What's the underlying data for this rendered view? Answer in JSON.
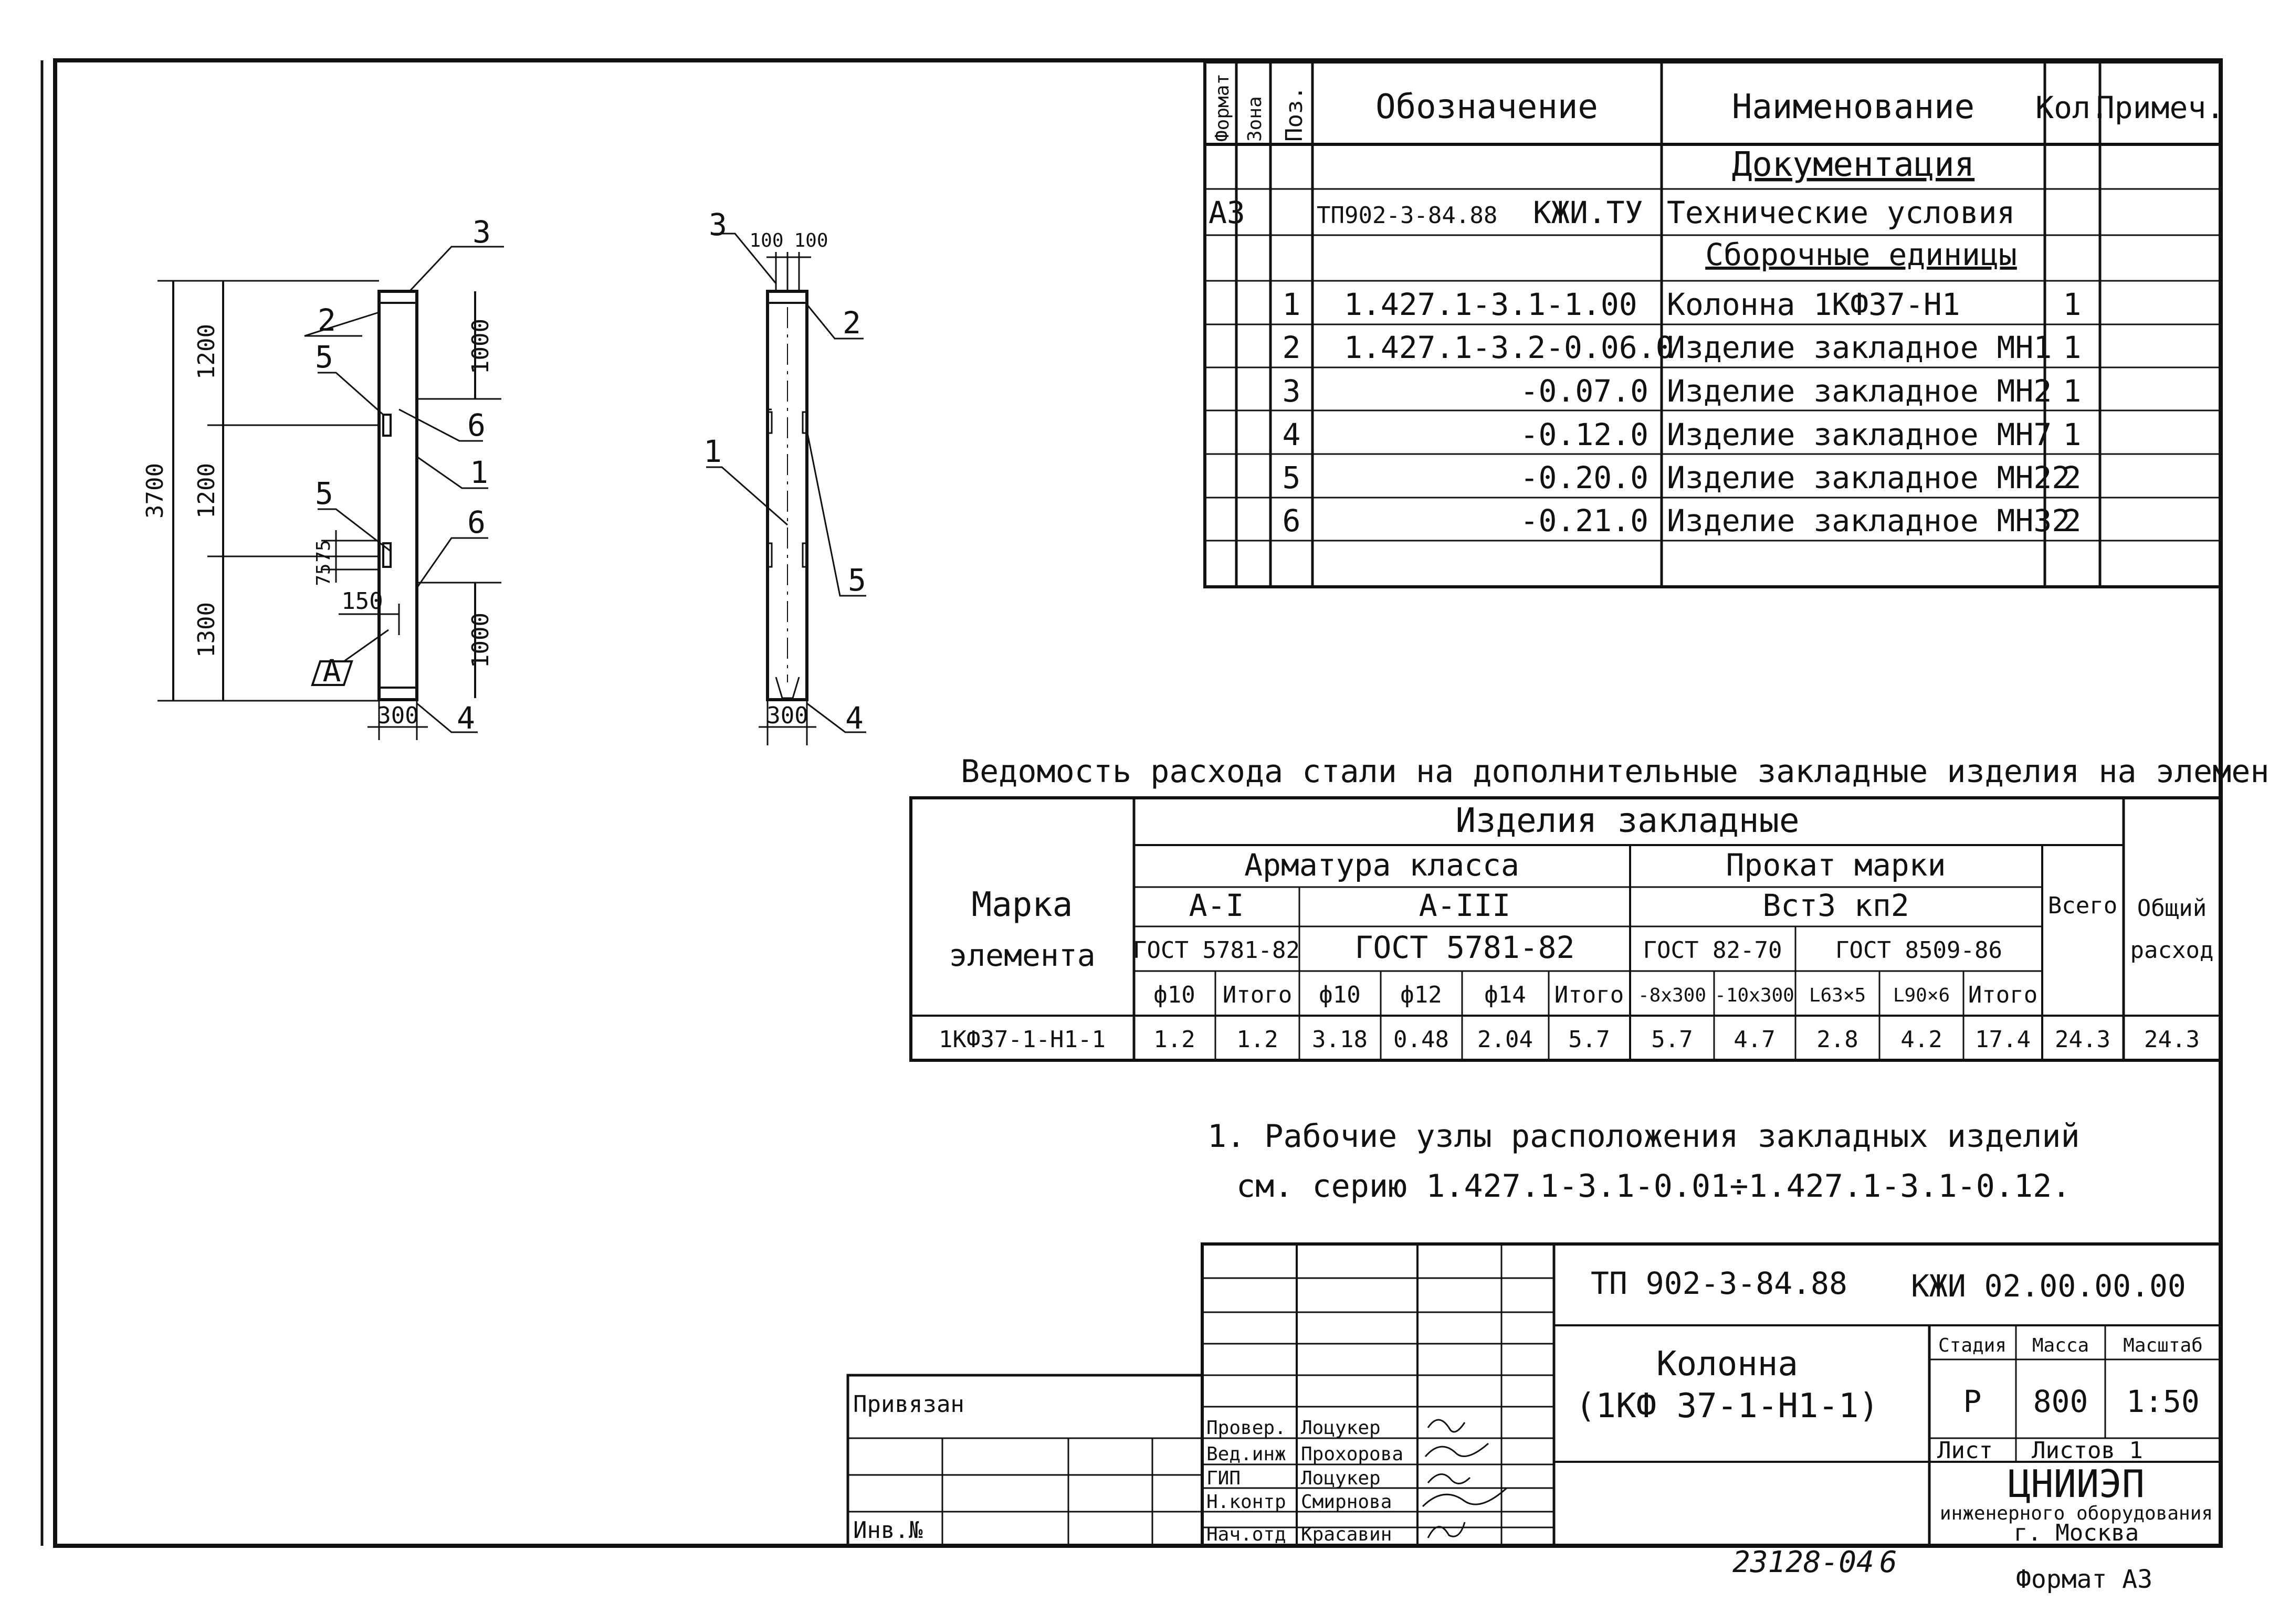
{
  "spec_table": {
    "headers": {
      "format": "Формат",
      "zone": "Зона",
      "pos": "Поз.",
      "designation": "Обозначение",
      "name": "Наименование",
      "qty": "Кол.",
      "note": "Примеч."
    },
    "section_docs": "Документация",
    "doc_row": {
      "format": "А3",
      "designation": "ТП902-3-84.88",
      "code": "КЖИ.ТУ",
      "name": "Технические условия"
    },
    "section_assemblies": "Сборочные единицы",
    "rows": [
      {
        "pos": "1",
        "designation": "1.427.1-3.1-1.00",
        "name": "Колонна  1КФ37-Н1",
        "qty": "1"
      },
      {
        "pos": "2",
        "designation": "1.427.1-3.2-0.06.0",
        "name": "Изделие закладное МН1",
        "qty": "1"
      },
      {
        "pos": "3",
        "designation": "-0.07.0",
        "name": "Изделие закладное МН2",
        "qty": "1"
      },
      {
        "pos": "4",
        "designation": "-0.12.0",
        "name": "Изделие закладное МН7",
        "qty": "1"
      },
      {
        "pos": "5",
        "designation": "-0.20.0",
        "name": "Изделие закладное МН22",
        "qty": "2"
      },
      {
        "pos": "6",
        "designation": "-0.21.0",
        "name": "Изделие закладное МН32",
        "qty": "2"
      }
    ]
  },
  "drawing": {
    "left": {
      "overall": "3700",
      "dims_left": [
        "1200",
        "1200",
        "1300"
      ],
      "dims_right": [
        "1000",
        "1000"
      ],
      "small_dims": [
        "75",
        "75",
        "150"
      ],
      "width": "300",
      "callouts": [
        "3",
        "2",
        "5",
        "6",
        "1",
        "6",
        "5",
        "4"
      ],
      "section_label": "А"
    },
    "right": {
      "top_dims": [
        "100",
        "100"
      ],
      "width": "300",
      "callouts": [
        "3",
        "2",
        "1",
        "5",
        "4"
      ]
    }
  },
  "steel_table": {
    "title": "Ведомость расхода стали на дополнительные закладные изделия на элемент, кг",
    "col_element": [
      "Марка",
      "элемента"
    ],
    "group": "Изделия закладные",
    "arm_class": "Арматура класса",
    "rolled": "Прокат марки",
    "a1": "А-I",
    "a3": "А-III",
    "grade": "Вст3 кп2",
    "gost_a1": "ГОСТ 5781-82",
    "gost_a3": "ГОСТ 5781-82",
    "gost_82": "ГОСТ 82-70",
    "gost_8509": "ГОСТ 8509-86",
    "total": "Всего",
    "grand_total": [
      "Общий",
      "расход"
    ],
    "subcols": [
      "ф10",
      "Итого",
      "ф10",
      "ф12",
      "ф14",
      "Итого",
      "-8х300",
      "-10х300",
      "L63×5",
      "L90×6",
      "Итого"
    ],
    "row": {
      "mark": "1КФ37-1-Н1-1",
      "values": [
        "1.2",
        "1.2",
        "3.18",
        "0.48",
        "2.04",
        "5.7",
        "5.7",
        "4.7",
        "2.8",
        "4.2",
        "17.4",
        "24.3",
        "24.3"
      ]
    }
  },
  "notes": [
    "1. Рабочие узлы расположения закладных изделий",
    "см. серию 1.427.1-3.1-0.01÷1.427.1-3.1-0.12."
  ],
  "title_block": {
    "project": "ТП 902-3-84.88",
    "code": "КЖИ 02.00.00.00",
    "name_line1": "Колонна",
    "name_line2": "(1КФ 37-1-Н1-1)",
    "stage_label": "Стадия",
    "mass_label": "Масса",
    "scale_label": "Масштаб",
    "stage": "Р",
    "mass": "800",
    "scale": "1:50",
    "sheet_label": "Лист",
    "sheets_label": "Листов 1",
    "org_line1": "ЦНИИЭП",
    "org_line2": "инженерного оборудования",
    "org_line3": "г. Москва",
    "bound_label": "Привязан",
    "inv_label": "Инв.№",
    "signatures": [
      {
        "role": "Провер.",
        "name": "Лоцукер"
      },
      {
        "role": "Вед.инж",
        "name": "Прохорова"
      },
      {
        "role": "ГИП",
        "name": "Лоцукер"
      },
      {
        "role": "Н.контр",
        "name": "Смирнова"
      },
      {
        "role": "Нач.отд",
        "name": "Красавин"
      }
    ]
  },
  "footer": {
    "number": "23128-04",
    "sheet_no": "6",
    "format": "Формат А3"
  }
}
